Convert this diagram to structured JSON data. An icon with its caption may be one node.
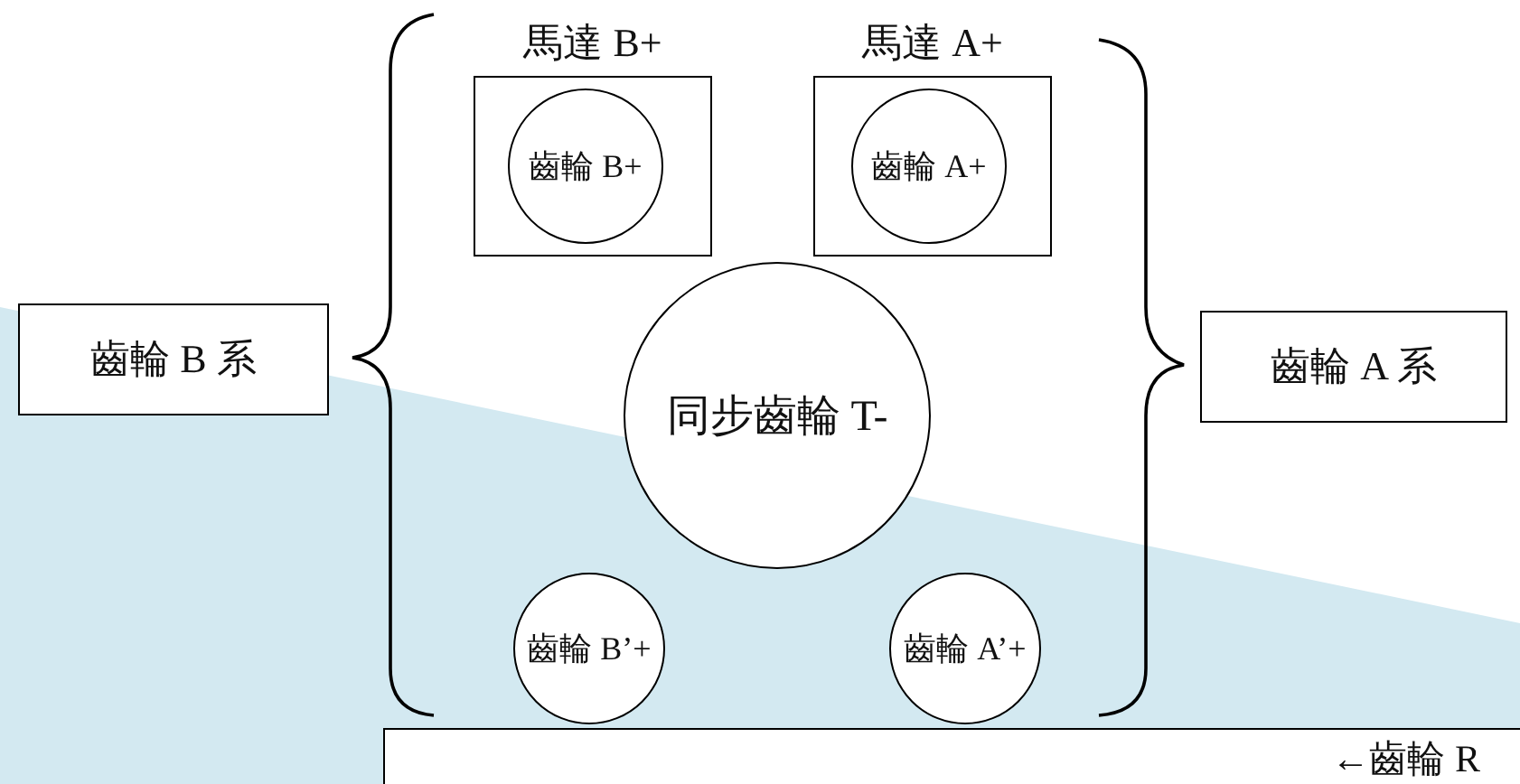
{
  "diagram": {
    "nodes": [
      {
        "text": [
          "馬達 B+"
        ]
      },
      {
        "text": [
          "齒輪 B+"
        ],
        "in": 0
      },
      {
        "text": [
          "馬達 A+"
        ]
      },
      {
        "text": [
          "齒輪 A+"
        ],
        "in": 2
      },
      {
        "text": [
          "同步齒輪 T-"
        ]
      },
      {
        "text": [
          "齒輪 B’+"
        ]
      },
      {
        "text": [
          "齒輪 A’+"
        ]
      },
      {
        "text": [
          "齒輪 B 系"
        ]
      },
      {
        "text": [
          "齒輪 A 系"
        ]
      },
      {
        "text": [
          "←齒輪 R"
        ]
      }
    ]
  }
}
